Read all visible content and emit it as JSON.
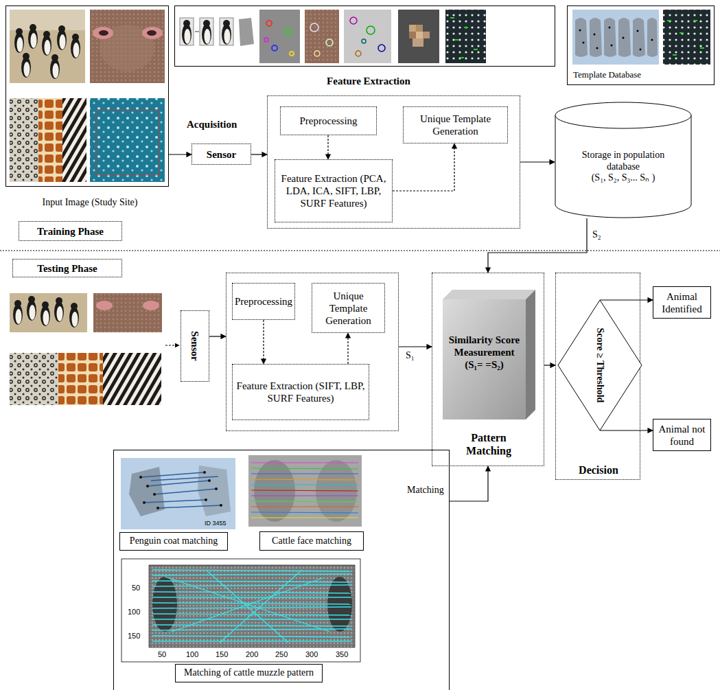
{
  "diagram": {
    "nodes": [
      {
        "text": [
          "Input Image (Study Site)"
        ]
      },
      {
        "text": [
          "Feature Extraction"
        ]
      },
      {
        "text": [
          "Template Database"
        ]
      },
      {
        "text": [
          "Sensor"
        ]
      },
      {
        "text": []
      },
      {
        "text": [
          "Preprocessing"
        ],
        "in": 4
      },
      {
        "text": [
          "Unique Template Generation"
        ],
        "in": 4
      },
      {
        "text": [
          "Feature Extraction (PCA, LDA, ICA, SIFT, LBP, SURF Features)"
        ],
        "in": 4
      },
      {
        "text": [
          "Storage in population database",
          "(S₁, S₂, S₃... Sₙ )"
        ]
      },
      {
        "text": [
          "Training Phase"
        ]
      },
      {
        "text": [
          "Testing Phase"
        ]
      },
      {
        "text": [
          "Sensor"
        ]
      },
      {
        "text": []
      },
      {
        "text": [
          "Preprocessing"
        ],
        "in": 12
      },
      {
        "text": [
          "Unique Template Generation"
        ],
        "in": 12
      },
      {
        "text": [
          "Feature Extraction (SIFT, LBP, SURF Features)"
        ],
        "in": 12
      },
      {
        "text": [
          "Pattern Matching"
        ]
      },
      {
        "text": [
          "Similarity Score Measurement",
          "(S₁= =S₂)"
        ],
        "in": 16
      },
      {
        "text": [
          "Decision"
        ]
      },
      {
        "text": [
          "Score ≥ Threshold"
        ],
        "in": 18
      },
      {
        "text": [
          "Animal Identified"
        ]
      },
      {
        "text": [
          "Animal not found"
        ]
      },
      {
        "text": []
      },
      {
        "text": [
          "Penguin coat matching"
        ],
        "in": 22
      },
      {
        "text": [
          "Cattle face matching"
        ],
        "in": 22
      },
      {
        "text": [
          "Matching of cattle muzzle pattern"
        ],
        "in": 22
      }
    ],
    "edges": [
      {
        "from": 0,
        "to": 3,
        "arrow": "to"
      },
      {
        "from": 3,
        "to": 4,
        "arrow": "to"
      },
      {
        "from": 5,
        "to": 7,
        "arrow": "to"
      },
      {
        "from": 7,
        "to": 6,
        "arrow": "to"
      },
      {
        "from": 4,
        "to": 8,
        "arrow": "to"
      },
      {
        "from": 8,
        "to": 16,
        "label": "S₂",
        "arrow": "to"
      },
      {
        "from": 11,
        "to": 12,
        "arrow": "to"
      },
      {
        "from": 13,
        "to": 15,
        "arrow": "to"
      },
      {
        "from": 15,
        "to": 14,
        "arrow": "to"
      },
      {
        "from": 12,
        "to": 16,
        "label": "S₁",
        "arrow": "to"
      },
      {
        "from": 22,
        "to": 16,
        "label": "Matching",
        "arrow": "to"
      },
      {
        "from": 16,
        "to": 18,
        "arrow": "to"
      },
      {
        "from": 19,
        "to": 20,
        "arrow": "to"
      },
      {
        "from": 19,
        "to": 21,
        "arrow": "to"
      }
    ],
    "labels": [
      "Acquisition",
      "ID 3455",
      "50",
      "100",
      "150",
      "50",
      "100",
      "150",
      "200",
      "250",
      "300",
      "350"
    ]
  }
}
